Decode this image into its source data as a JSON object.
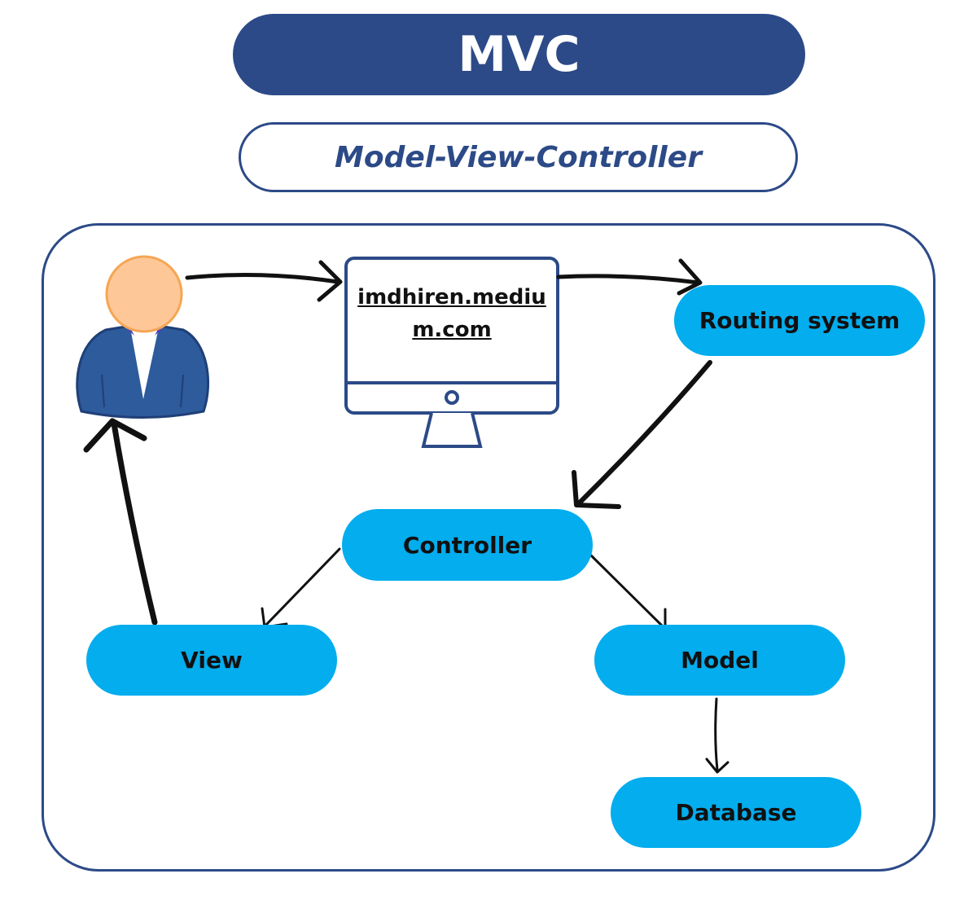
{
  "header": {
    "title": "MVC",
    "subtitle": "Model-View-Controller"
  },
  "monitor": {
    "url": "imdhiren.medium.com"
  },
  "nodes": {
    "routing": "Routing system",
    "controller": "Controller",
    "view": "View",
    "model": "Model",
    "database": "Database"
  },
  "colors": {
    "header_navy": "#2c4a87",
    "node_blue": "#03adee",
    "user_skin": "#fdc797",
    "user_suit": "#2d5b9c"
  },
  "icons": [
    "user-icon",
    "computer-monitor-icon"
  ]
}
